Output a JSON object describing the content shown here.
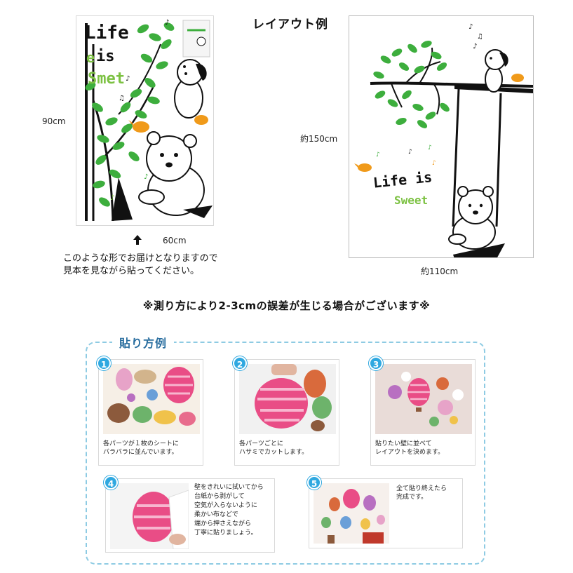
{
  "layout_title": "レイアウト例",
  "sheet": {
    "height_label": "90cm",
    "width_label": "60cm",
    "life": "Life",
    "is": "is",
    "e": "e",
    "smet": "Smet"
  },
  "wall": {
    "height_label": "約150cm",
    "width_label": "約110cm",
    "line1": "Life is",
    "line2": "Sweet"
  },
  "notice": {
    "line1": "このような形でお届けとなりますので",
    "line2": "見本を見ながら貼ってください。"
  },
  "warning": "※測り方により2-3cmの誤差が生じる場合がございます※",
  "howto": {
    "title": "貼り方例",
    "steps": [
      {
        "num": "1",
        "lines": [
          "各パーツが１枚のシートに",
          "バラバラに並んでいます。"
        ]
      },
      {
        "num": "2",
        "lines": [
          "各パーツごとに",
          "ハサミでカットします。"
        ]
      },
      {
        "num": "3",
        "lines": [
          "貼りたい壁に並べて",
          "レイアウトを決めます。"
        ]
      },
      {
        "num": "4",
        "lines": [
          "壁をきれいに拭いてから",
          "台紙から剥がして",
          "空気が入らないように",
          "柔かい布などで",
          "端から押さえながら",
          "丁寧に貼りましょう。"
        ]
      },
      {
        "num": "5",
        "lines": [
          "全て貼り終えたら",
          "完成です。"
        ]
      }
    ]
  },
  "colors": {
    "leaf_green": "#3dae3d",
    "bird_orange": "#f09a1a",
    "sweet_green": "#7cc142",
    "step_blue": "#2fa8e0",
    "panel_border": "#8ecbe3"
  }
}
